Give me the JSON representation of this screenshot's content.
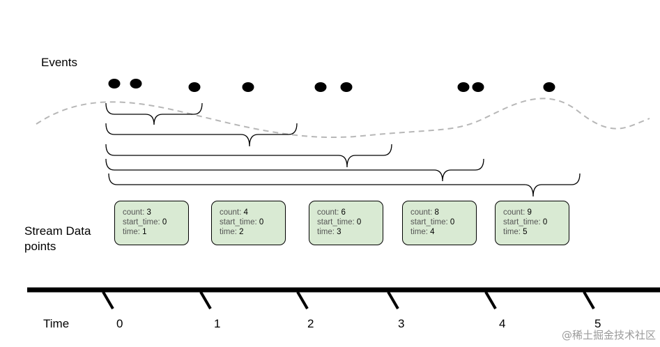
{
  "labels": {
    "events": "Events",
    "stream": "Stream Data points",
    "time": "Time"
  },
  "timeline": {
    "ticks": [
      "0",
      "1",
      "2",
      "3",
      "4",
      "5"
    ]
  },
  "data_points": [
    {
      "count_key": "count:",
      "count": "3",
      "start_key": "start_time:",
      "start_time": "0",
      "time_key": "time:",
      "time": "1"
    },
    {
      "count_key": "count:",
      "count": "4",
      "start_key": "start_time:",
      "start_time": "0",
      "time_key": "time:",
      "time": "2"
    },
    {
      "count_key": "count:",
      "count": "6",
      "start_key": "start_time:",
      "start_time": "0",
      "time_key": "time:",
      "time": "3"
    },
    {
      "count_key": "count:",
      "count": "8",
      "start_key": "start_time:",
      "start_time": "0",
      "time_key": "time:",
      "time": "4"
    },
    {
      "count_key": "count:",
      "count": "9",
      "start_key": "start_time:",
      "start_time": "0",
      "time_key": "time:",
      "time": "5"
    }
  ],
  "watermark": "@稀土掘金技术社区",
  "colors": {
    "box_fill": "#d9ead3",
    "dashed_line": "#b7b7b7",
    "ink": "#000000"
  }
}
